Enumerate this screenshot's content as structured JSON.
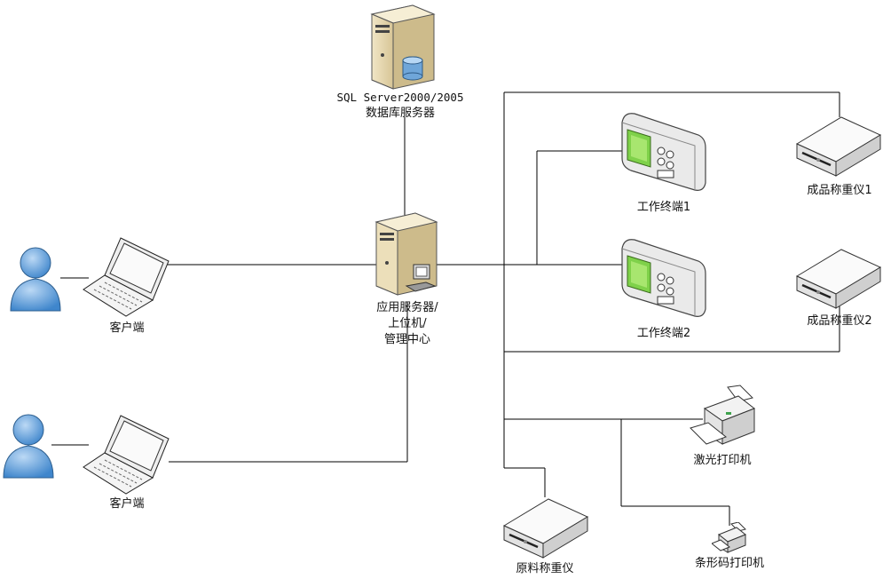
{
  "nodes": {
    "db_server": {
      "label_line1": "SQL Server2000/2005",
      "label_line2": "数据库服务器"
    },
    "app_server": {
      "label_line1": "应用服务器/",
      "label_line2": "上位机/",
      "label_line3": "管理中心"
    },
    "client_top": {
      "label": "客户端"
    },
    "client_bottom": {
      "label": "客户端"
    },
    "terminal_1": {
      "label": "工作终端1"
    },
    "terminal_2": {
      "label": "工作终端2"
    },
    "scale_1": {
      "label": "成品称重仪1"
    },
    "scale_2": {
      "label": "成品称重仪2"
    },
    "laser_printer": {
      "label": "激光打印机"
    },
    "raw_scale": {
      "label": "原料称重仪"
    },
    "barcode_printer": {
      "label": "条形码打印机"
    }
  },
  "colors": {
    "line": "#000000",
    "person": "#5b9bd5",
    "terminal_screen": "#7fd14a"
  }
}
